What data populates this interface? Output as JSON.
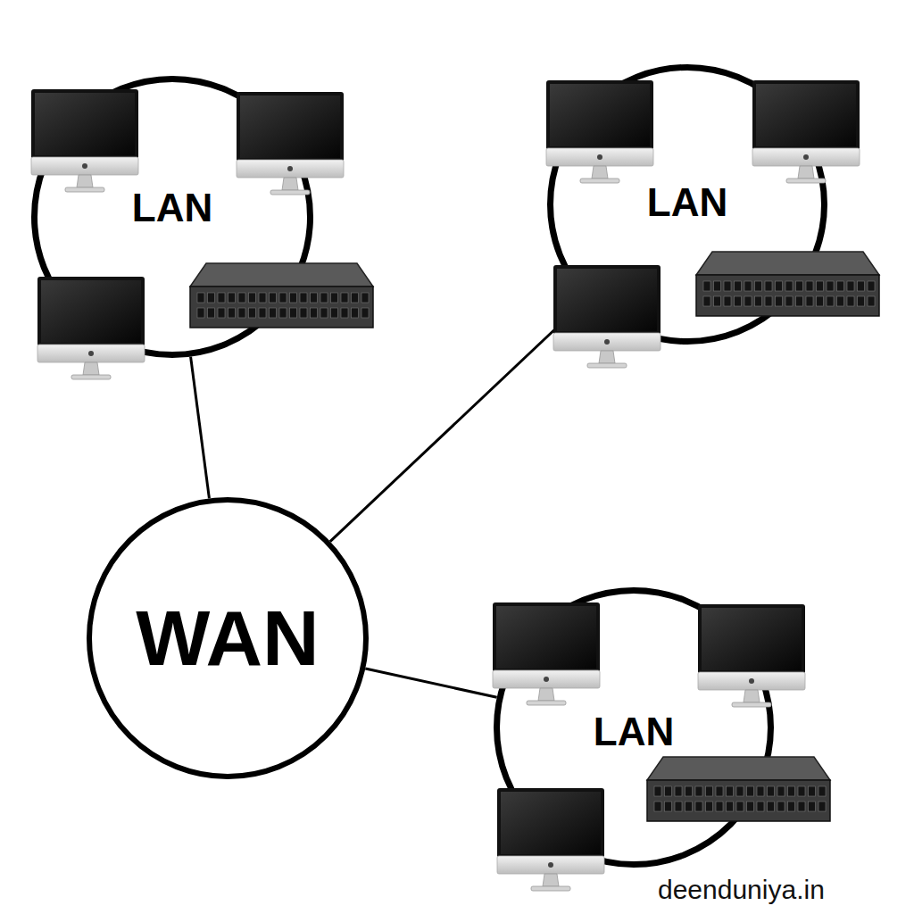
{
  "diagram": {
    "nodes": [
      {
        "text": [
          "LAN"
        ]
      },
      {
        "text": [
          "LAN"
        ]
      },
      {
        "text": [
          "WAN"
        ]
      },
      {
        "text": [
          "LAN"
        ]
      }
    ],
    "edges": [
      {
        "from": 2,
        "to": 0,
        "arrow": "none"
      },
      {
        "from": 2,
        "to": 1,
        "arrow": "none"
      },
      {
        "from": 2,
        "to": 3,
        "arrow": "none"
      }
    ],
    "labels": [
      "deenduniya.in"
    ]
  }
}
